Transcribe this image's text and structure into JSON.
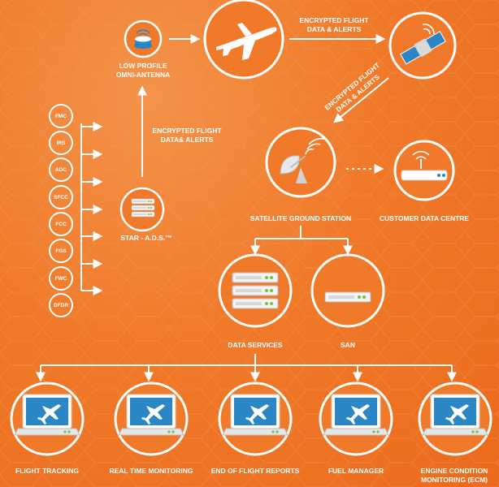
{
  "labels": {
    "antenna": "LOW PROFILE\nOMNI-ANTENNA",
    "flight_data_top": "ENCRYPTED FLIGHT\nDATA & ALERTS",
    "flight_data_diag": "ENCRYPTED FLIGHT\nDATA & ALERTS",
    "flight_data_left": "ENCRYPTED FLIGHT\nDATA& ALERTS",
    "star_ads": "STAR - A.D.S.™",
    "ground_station": "SATELLITE GROUND STATION",
    "customer_dc": "CUSTOMER DATA CENTRE",
    "data_services": "DATA SERVICES",
    "san": "SAN"
  },
  "sources": [
    "FMC",
    "IRS",
    "ADC",
    "SFCC",
    "FCC",
    "FGS",
    "FWC",
    "DFDR"
  ],
  "applications": [
    "FLIGHT TRACKING",
    "REAL TIME MONITORING",
    "END OF FLIGHT REPORTS",
    "FUEL MANAGER",
    "ENGINE CONDITION\nMONITORING (ECM)"
  ],
  "colors": {
    "background": "#f07a2a",
    "line": "#ffffff",
    "icon_blue": "#2b86c6"
  },
  "icons": {
    "antenna": "antenna-icon",
    "aircraft": "aircraft-icon",
    "satellite": "satellite-icon",
    "dish": "satellite-dish-icon",
    "router": "router-icon",
    "server": "server-icon",
    "laptop": "laptop-icon"
  }
}
